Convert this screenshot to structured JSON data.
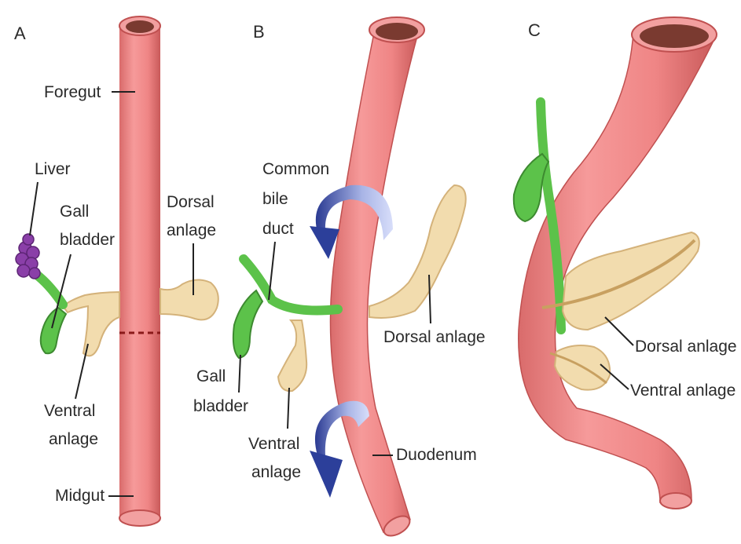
{
  "panels": {
    "a": {
      "letter": "A",
      "labels": {
        "foregut": "Foregut",
        "liver": "Liver",
        "gall_bladder_1": "Gall",
        "gall_bladder_2": "bladder",
        "dorsal_1": "Dorsal",
        "dorsal_2": "anlage",
        "ventral_1": "Ventral",
        "ventral_2": "anlage",
        "midgut": "Midgut"
      }
    },
    "b": {
      "letter": "B",
      "labels": {
        "cbd_1": "Common",
        "cbd_2": "bile",
        "cbd_3": "duct",
        "dorsal": "Dorsal anlage",
        "gall_1": "Gall",
        "gall_2": "bladder",
        "ventral_1": "Ventral",
        "ventral_2": "anlage",
        "duodenum": "Duodenum"
      }
    },
    "c": {
      "letter": "C",
      "labels": {
        "dorsal": "Dorsal anlage",
        "ventral": "Ventral anlage"
      }
    }
  },
  "colors": {
    "gut": "#f08080",
    "gut_dark": "#c85a5a",
    "gut_inner": "#7a3a30",
    "biliary": "#5cc24a",
    "liver": "#8a3fa8",
    "pancreas": "#f2dcae",
    "arrow": "#2c3f9a"
  }
}
